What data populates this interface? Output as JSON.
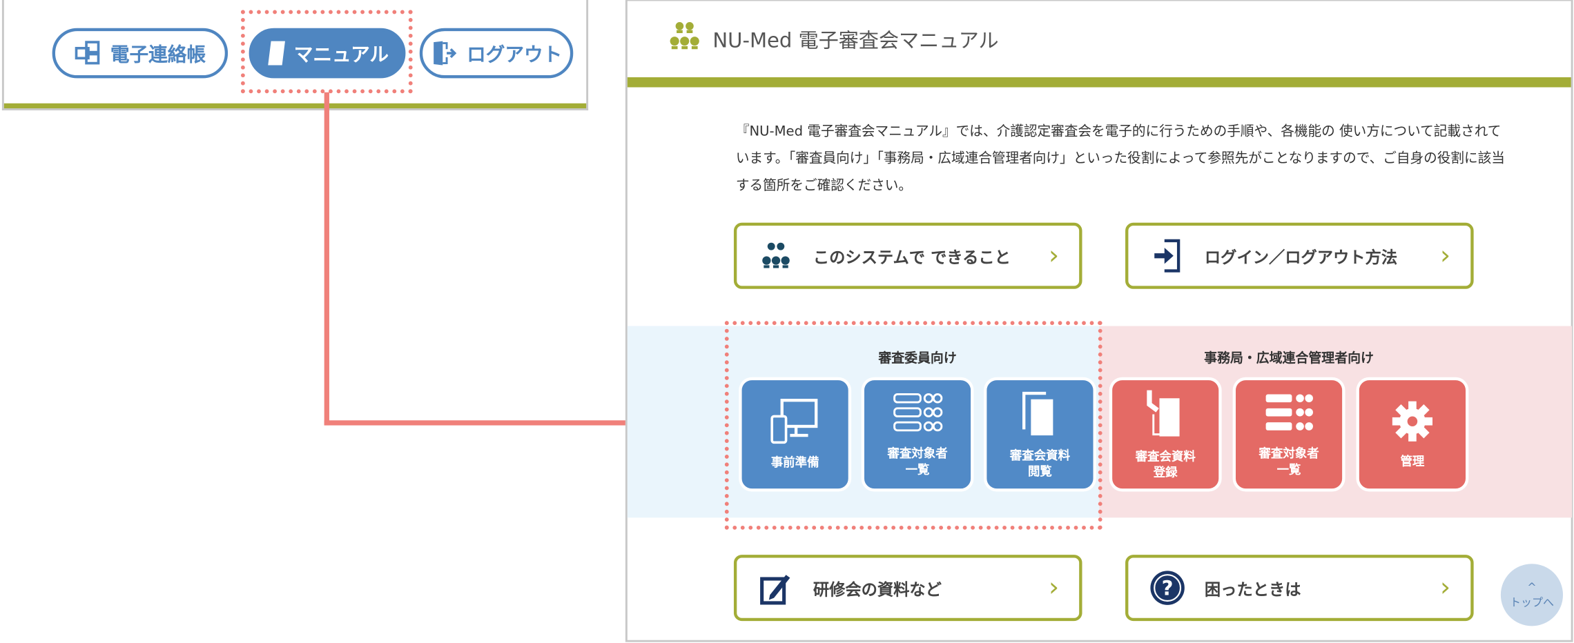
{
  "header_nav": {
    "contact": "電子連絡帳",
    "manual": "マニュアル",
    "logout": "ログアウト"
  },
  "manual": {
    "title": "NU-Med 電子審査会マニュアル",
    "intro": "『NU-Med 電子審査会マニュアル』では、介護認定審査会を電子的に行うための手順や、各機能の 使い方について記載されています。「審査員向け」「事務局・広域連合管理者向け」といった役割によって参照先がことなりますので、ご自身の役割に該当する箇所をご確認ください。",
    "buttons": {
      "can_do": "このシステムで できること",
      "login": "ログイン／ログアウト方法",
      "training": "研修会の資料など",
      "help": "困ったときは",
      "chevron": "›"
    },
    "reviewers": {
      "heading": "審査委員向け",
      "tiles": [
        {
          "l1": "事前準備",
          "l2": ""
        },
        {
          "l1": "審査対象者",
          "l2": "一覧"
        },
        {
          "l1": "審査会資料",
          "l2": "閲覧"
        }
      ]
    },
    "admins": {
      "heading": "事務局・広域連合管理者向け",
      "tiles": [
        {
          "l1": "審査会資料",
          "l2": "登録"
        },
        {
          "l1": "審査対象者",
          "l2": "一覧"
        },
        {
          "l1": "管理",
          "l2": ""
        }
      ]
    },
    "top": {
      "caret": "^",
      "label": "トップへ"
    }
  },
  "colors": {
    "green": "#a3ad37",
    "blue": "#518ac7",
    "red": "#e46a65",
    "annotation": "#f0807a"
  }
}
